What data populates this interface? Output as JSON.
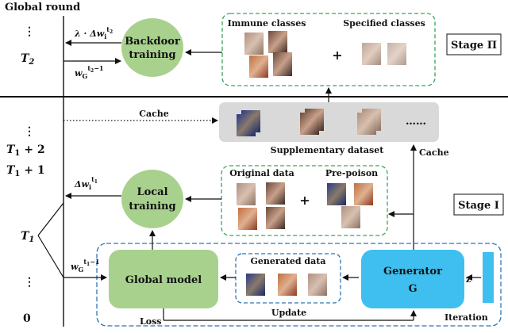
{
  "axis": {
    "title": "Global round",
    "ticks": {
      "dots_top": "⋮",
      "t2": "T",
      "t2_sub": "2",
      "dots_mid": "⋮",
      "t1p2": "T",
      "t1p2_sub": "1",
      "t1p2_suffix": " + 2",
      "t1p1": "T",
      "t1p1_sub": "1",
      "t1p1_suffix": " + 1",
      "t1": "T",
      "t1_sub": "1",
      "dots_low": "⋮",
      "zero": "0"
    }
  },
  "stage2": {
    "label": "Stage Π",
    "backdoor_line1": "Backdoor",
    "backdoor_line2": "training",
    "lambda_label": "λ · Δw",
    "lambda_sub": "i",
    "lambda_sup": "t",
    "lambda_sup_sub": "2",
    "wg_label": "w",
    "wg_sub": "G",
    "wg_sup": "t",
    "wg_sup_sub": "2",
    "wg_sup_suffix": "−1",
    "immune_title": "Immune classes",
    "specified_title": "Specified classes",
    "plus": "+"
  },
  "cache": {
    "label": "Cache",
    "supplementary_title": "Supplementary dataset",
    "ellipsis": "……",
    "up_label": "Cache"
  },
  "stage1": {
    "label": "Stage I",
    "local_line1": "Local",
    "local_line2": "training",
    "dw_label": "Δw",
    "dw_sub": "i",
    "dw_sup": "t",
    "dw_sup_sub": "1",
    "wg_label": "w",
    "wg_sub": "G",
    "wg_sup": "t",
    "wg_sup_sub": "1",
    "wg_sup_suffix": "−1",
    "original_title": "Original data",
    "prepoison_title": "Pre-poison",
    "plus": "+",
    "global_model": "Global model",
    "generated_title": "Generated data",
    "update_label": "Update",
    "generator_line1": "Generator",
    "generator_line2": "G",
    "z_label": "z",
    "loss_label": "Loss",
    "iteration_label": "Iteration"
  },
  "colors": {
    "green_box": "#a9d18e",
    "green_dash": "#3aa655",
    "blue_box": "#3fbfef",
    "blue_dash": "#2e75b6",
    "gray_panel": "#d9d9d9"
  }
}
